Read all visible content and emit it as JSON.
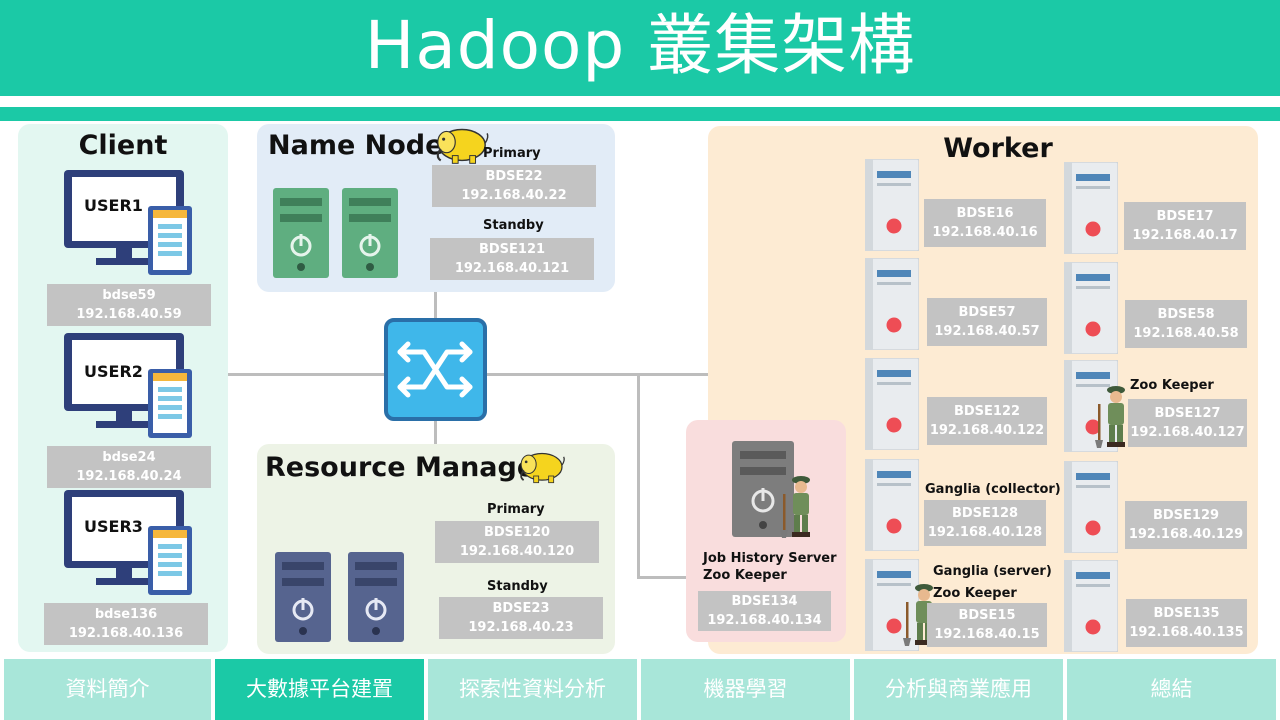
{
  "title": "Hadoop 叢集架構",
  "colors": {
    "accent": "#1bc9a6",
    "nav_inactive": "#a8e6d9",
    "label_box": "#c3c3c3"
  },
  "client": {
    "heading": "Client",
    "users": [
      {
        "label": "USER1",
        "host": "bdse59",
        "ip": "192.168.40.59"
      },
      {
        "label": "USER2",
        "host": "bdse24",
        "ip": "192.168.40.24"
      },
      {
        "label": "USER3",
        "host": "bdse136",
        "ip": "192.168.40.136"
      }
    ]
  },
  "name_node": {
    "heading": "Name Node",
    "primary_label": "Primary",
    "primary": {
      "host": "BDSE22",
      "ip": "192.168.40.22"
    },
    "standby_label": "Standby",
    "standby": {
      "host": "BDSE121",
      "ip": "192.168.40.121"
    }
  },
  "resource_manager": {
    "heading": "Resource Manager",
    "primary_label": "Primary",
    "primary": {
      "host": "BDSE120",
      "ip": "192.168.40.120"
    },
    "standby_label": "Standby",
    "standby": {
      "host": "BDSE23",
      "ip": "192.168.40.23"
    }
  },
  "job_history": {
    "role_1": "Job History Server",
    "role_2": "Zoo Keeper",
    "host": "BDSE134",
    "ip": "192.168.40.134"
  },
  "worker": {
    "heading": "Worker",
    "nodes": [
      {
        "host": "BDSE16",
        "ip": "192.168.40.16"
      },
      {
        "host": "BDSE17",
        "ip": "192.168.40.17"
      },
      {
        "host": "BDSE57",
        "ip": "192.168.40.57"
      },
      {
        "host": "BDSE58",
        "ip": "192.168.40.58"
      },
      {
        "host": "BDSE122",
        "ip": "192.168.40.122"
      },
      {
        "host": "BDSE127",
        "ip": "192.168.40.127",
        "role": "Zoo Keeper"
      },
      {
        "host": "BDSE128",
        "ip": "192.168.40.128",
        "role": "Ganglia (collector)"
      },
      {
        "host": "BDSE129",
        "ip": "192.168.40.129"
      },
      {
        "host": "BDSE15",
        "ip": "192.168.40.15",
        "role": "Ganglia (server)",
        "role_2": "Zoo Keeper"
      },
      {
        "host": "BDSE135",
        "ip": "192.168.40.135"
      }
    ]
  },
  "icons": {
    "hadoop": "hadoop-elephant-icon",
    "switch": "network-switch-icon",
    "zookeeper": "zookeeper-figure-icon",
    "monitor": "monitor-tablet-icon",
    "server": "server-tower-icon"
  },
  "nav": {
    "items": [
      "資料簡介",
      "大數據平台建置",
      "探索性資料分析",
      "機器學習",
      "分析與商業應用",
      "總結"
    ],
    "active_index": 1
  }
}
